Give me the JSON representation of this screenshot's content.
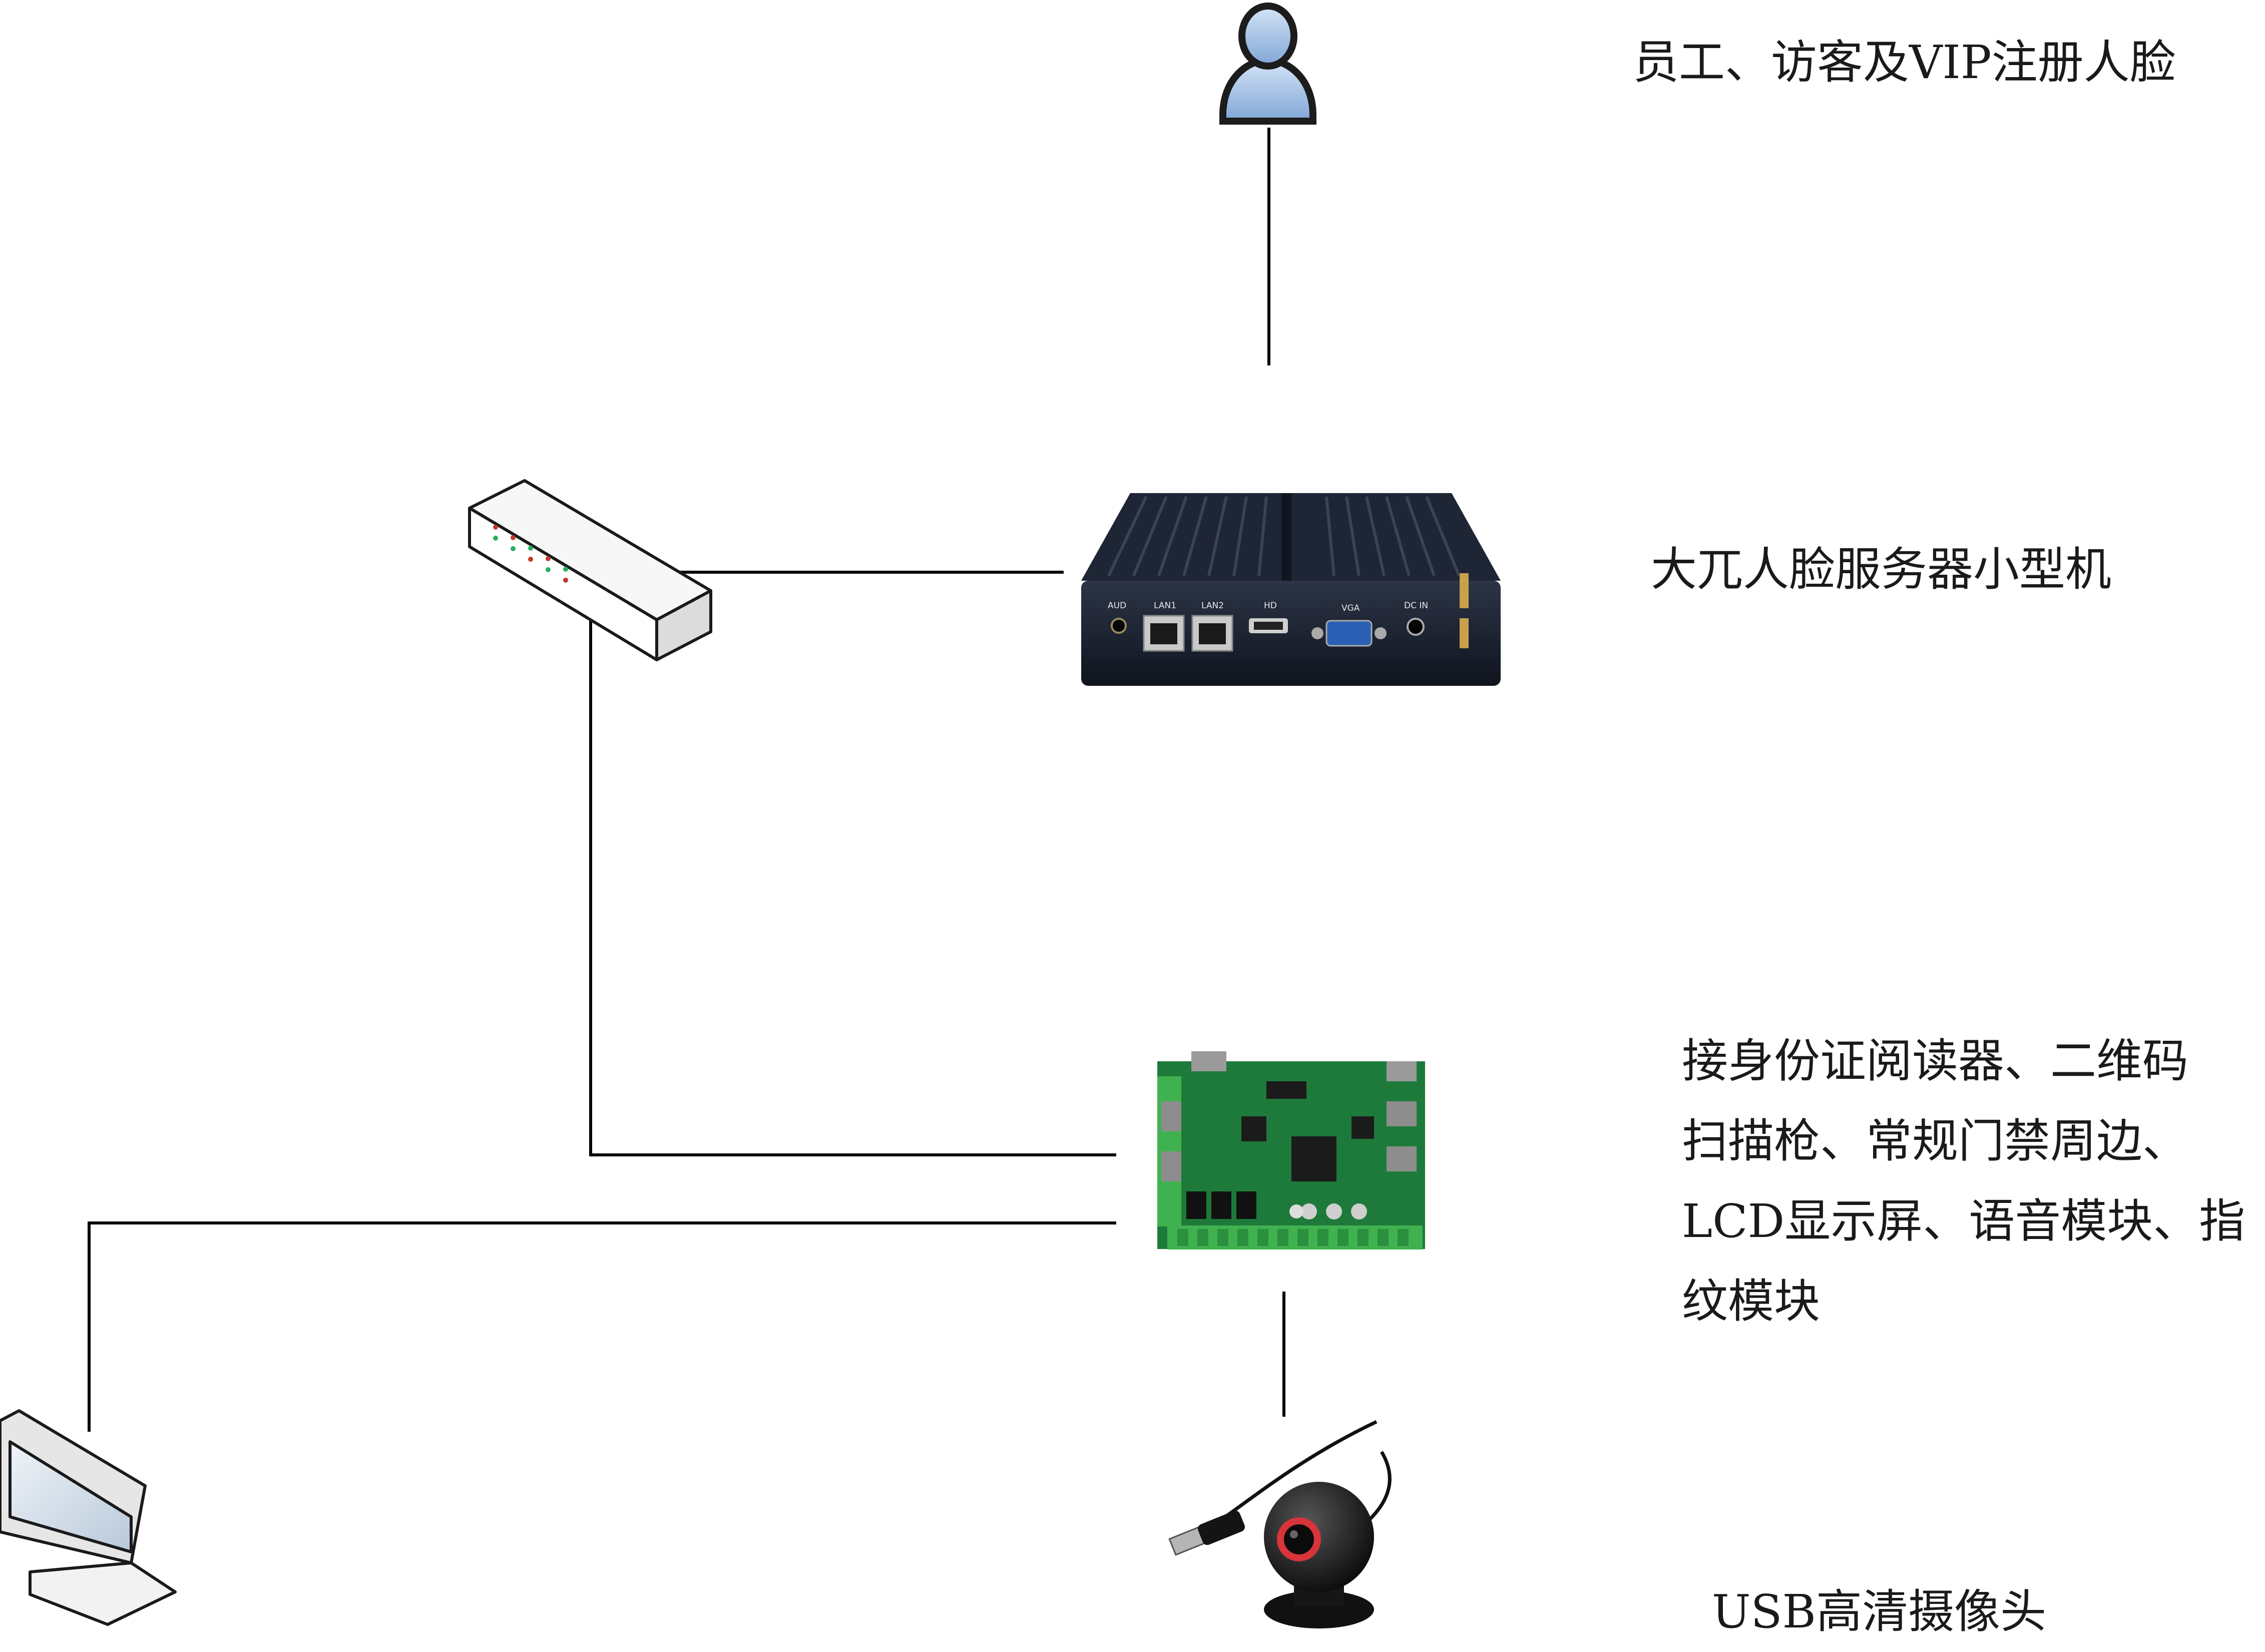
{
  "labels": {
    "register": "员工、访客及VIP注册人脸",
    "server": "大兀人脸服务器小型机",
    "controller": [
      "接身份证阅读器、二维码",
      "扫描枪、常规门禁周边、",
      "LCD显示屏、语音模块、指",
      "纹模块"
    ],
    "camera": "USB高清摄像头"
  },
  "server_ports": {
    "aud": "AUD",
    "lan1": "LAN1",
    "lan2": "LAN2",
    "hd": "HD",
    "vga": "VGA",
    "dc_in": "DC IN"
  },
  "colors": {
    "line": "#000000",
    "person": "#9bbbe0",
    "server": "#1a2230",
    "pcb": "#1e7a3a",
    "terminal": "#3fb24f",
    "camera": "#111111",
    "camera_ring": "#d8343b",
    "vga_port": "#2b5fb5"
  }
}
